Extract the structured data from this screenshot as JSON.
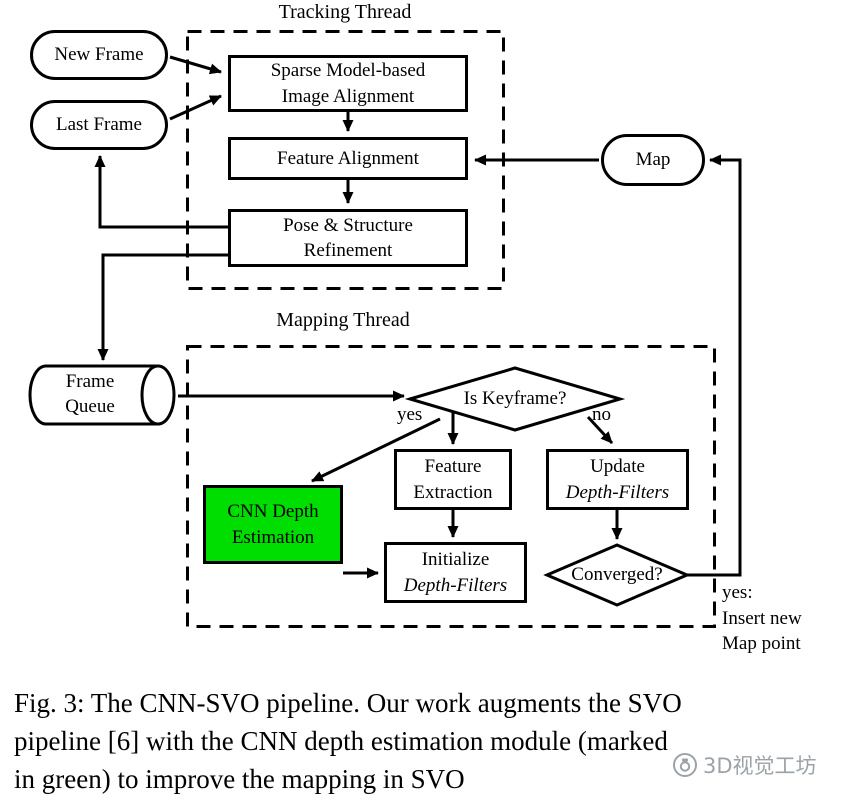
{
  "diagram": {
    "tracking_thread": {
      "label": "Tracking Thread"
    },
    "mapping_thread": {
      "label": "Mapping Thread"
    },
    "nodes": {
      "new_frame": {
        "label": "New Frame"
      },
      "last_frame": {
        "label": "Last Frame"
      },
      "sparse_alignment": {
        "line1": "Sparse Model-based",
        "line2": "Image Alignment"
      },
      "feature_alignment": {
        "label": "Feature Alignment"
      },
      "pose_refinement": {
        "line1": "Pose & Structure",
        "line2": "Refinement"
      },
      "map": {
        "label": "Map"
      },
      "frame_queue": {
        "line1": "Frame",
        "line2": "Queue"
      },
      "is_keyframe": {
        "label": "Is Keyframe?"
      },
      "feature_extraction": {
        "line1": "Feature",
        "line2": "Extraction"
      },
      "update_depth_filters": {
        "line1": "Update",
        "line2": "Depth-Filters"
      },
      "cnn_depth_estimation": {
        "line1": "CNN Depth",
        "line2": "Estimation"
      },
      "initialize_depth_filters": {
        "line1": "Initialize",
        "line2": "Depth-Filters"
      },
      "converged": {
        "label": "Converged?"
      }
    },
    "edge_labels": {
      "keyframe_yes": "yes",
      "keyframe_no": "no",
      "converged_yes": {
        "line1": "yes:",
        "line2": "Insert new",
        "line3": "Map point"
      }
    },
    "colors": {
      "cnn_highlight": "#00dd00",
      "line": "#000000"
    }
  },
  "caption": {
    "lines": [
      "Fig. 3: The CNN-SVO pipeline. Our work augments the SVO",
      "pipeline [6] with the CNN depth estimation module (marked",
      "in green) to improve the mapping in SVO"
    ]
  },
  "watermark": {
    "label": "3D视觉工坊"
  }
}
